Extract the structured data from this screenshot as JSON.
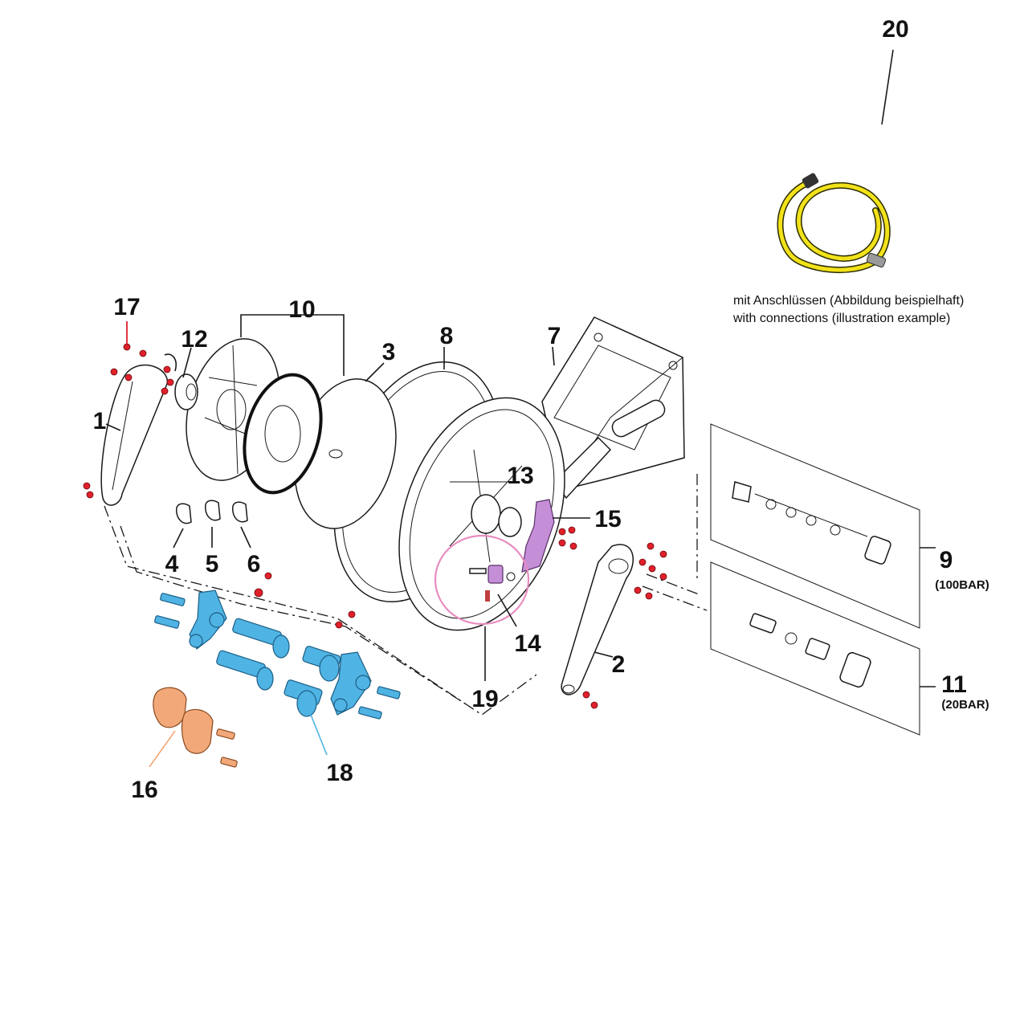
{
  "diagram": {
    "callouts": {
      "c1": "1",
      "c2": "2",
      "c3": "3",
      "c4": "4",
      "c5": "5",
      "c6": "6",
      "c7": "7",
      "c8": "8",
      "c9": "9",
      "c10": "10",
      "c11": "11",
      "c12": "12",
      "c13": "13",
      "c14": "14",
      "c15": "15",
      "c16": "16",
      "c17": "17",
      "c18": "18",
      "c19": "19",
      "c20": "20"
    },
    "pressure_9": "(100BAR)",
    "pressure_11": "(20BAR)",
    "hose_note_de": "mit Anschlüssen (Abbildung beispielhaft)",
    "hose_note_en": "with connections (illustration example)",
    "colors": {
      "screws": "#e0202a",
      "part_18": "#4fb3e3",
      "part_15": "#c48fd6",
      "part_16": "#f2a878",
      "hose_20": "#f2e21a",
      "circle_19": "#e88cc0"
    }
  }
}
